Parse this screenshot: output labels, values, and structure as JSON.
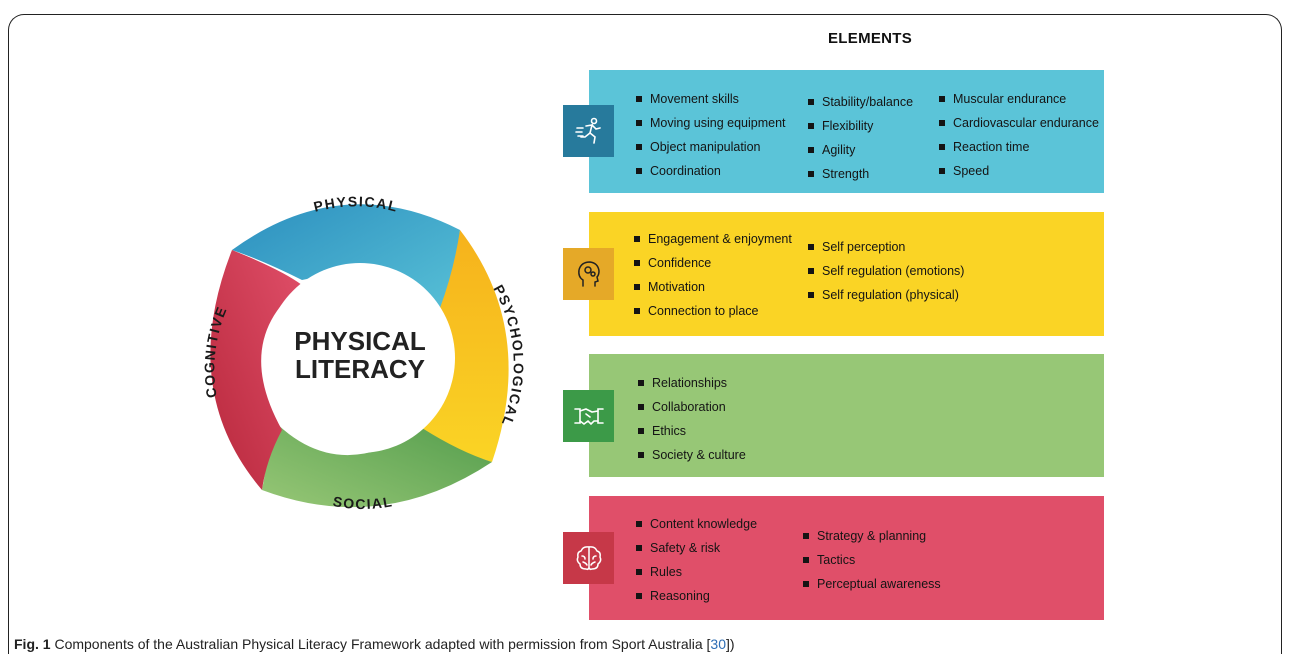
{
  "heading": "ELEMENTS",
  "wheel": {
    "center_line1": "PHYSICAL",
    "center_line2": "LITERACY",
    "labels": {
      "physical": "PHYSICAL",
      "psychological": "PSYCHOLOGICAL",
      "social": "SOCIAL",
      "cognitive": "COGNITIVE"
    },
    "colors": {
      "physical": "#5bc4d8",
      "psychological": "#fad425",
      "social": "#97c776",
      "cognitive": "#e04f69"
    }
  },
  "domains": [
    {
      "name": "physical",
      "icon": "running-person-icon",
      "color": "#5bc4d8",
      "columns": [
        [
          "Movement skills",
          "Moving using equipment",
          "Object manipulation",
          "Coordination"
        ],
        [
          "Stability/balance",
          "Flexibility",
          "Agility",
          "Strength"
        ],
        [
          "Muscular endurance",
          "Cardiovascular endurance",
          "Reaction time",
          "Speed"
        ]
      ]
    },
    {
      "name": "psychological",
      "icon": "head-gears-icon",
      "color": "#fad425",
      "columns": [
        [
          "Engagement & enjoyment",
          "Confidence",
          "Motivation",
          "Connection to place"
        ],
        [
          "Self perception",
          "Self regulation (emotions)",
          "Self regulation (physical)"
        ]
      ]
    },
    {
      "name": "social",
      "icon": "handshake-icon",
      "color": "#97c776",
      "columns": [
        [
          "Relationships",
          "Collaboration",
          "Ethics",
          "Society & culture"
        ]
      ]
    },
    {
      "name": "cognitive",
      "icon": "brain-icon",
      "color": "#e04f69",
      "columns": [
        [
          "Content knowledge",
          "Safety & risk",
          "Rules",
          "Reasoning"
        ],
        [
          "Strategy & planning",
          "Tactics",
          "Perceptual awareness"
        ]
      ]
    }
  ],
  "caption": {
    "label": "Fig. 1",
    "text": " Components of the Australian Physical Literacy Framework adapted with permission from Sport Australia [",
    "ref": "30",
    "end": "])"
  }
}
